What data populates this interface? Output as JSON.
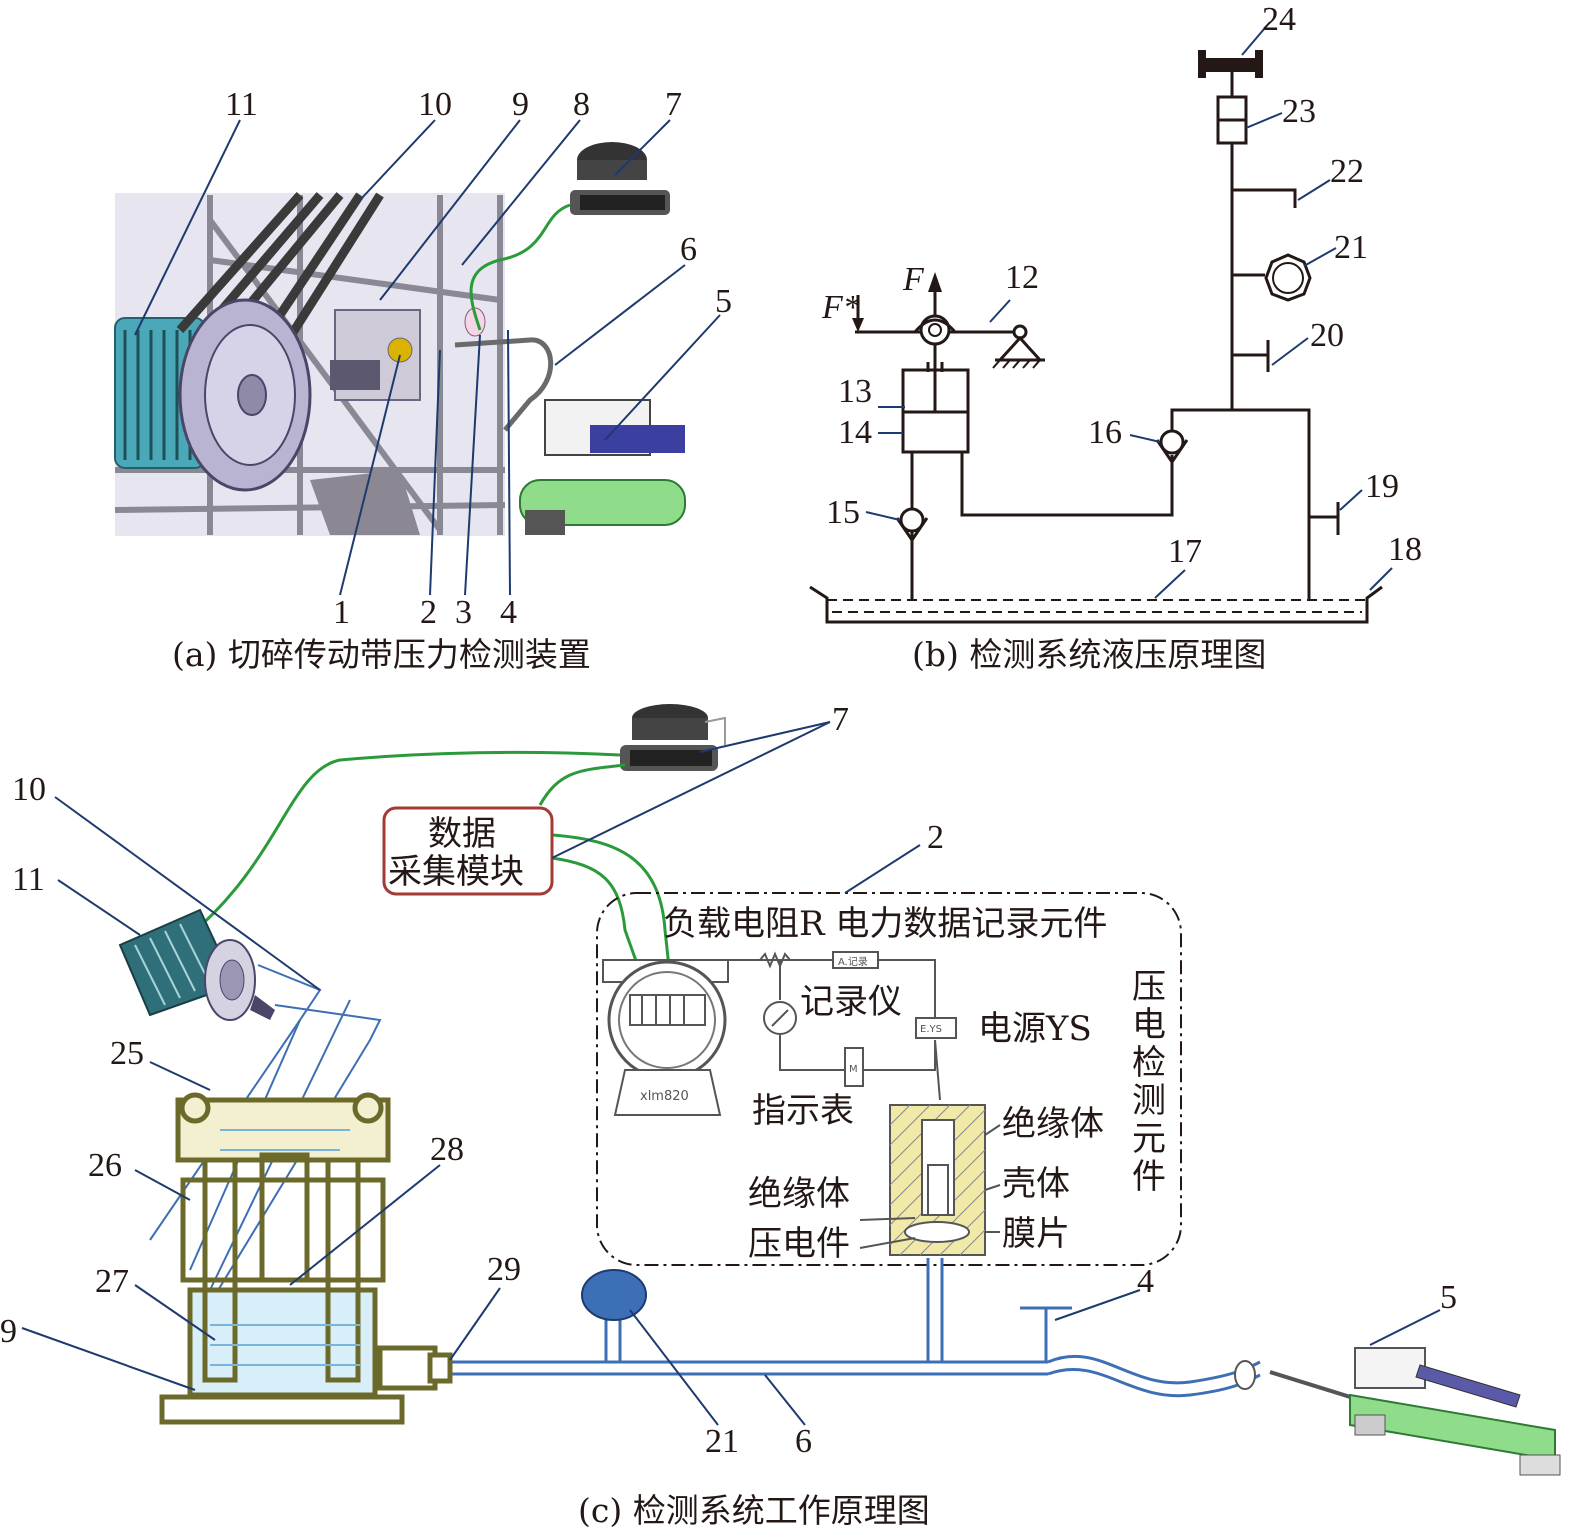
{
  "panel_a": {
    "caption": "(a) 切碎传动带压力检测装置",
    "labels": [
      "11",
      "10",
      "9",
      "8",
      "7",
      "6",
      "5",
      "1",
      "2",
      "3",
      "4"
    ]
  },
  "panel_b": {
    "caption": "(b) 检测系统液压原理图",
    "force_up": "F",
    "force_down": "F*",
    "labels": [
      "12",
      "13",
      "14",
      "15",
      "16",
      "17",
      "18",
      "19",
      "20",
      "21",
      "22",
      "23",
      "24"
    ]
  },
  "panel_c": {
    "caption": "(c) 检测系统工作原理图",
    "labels": [
      "7",
      "10",
      "11",
      "2",
      "25",
      "26",
      "27",
      "28",
      "9",
      "29",
      "21",
      "6",
      "4",
      "5"
    ],
    "data_module": [
      "数据",
      "采集模块"
    ],
    "circuit": {
      "title": "负载电阻R 电力数据记录元件",
      "recorder": "记录仪",
      "power": "电源YS",
      "indicator": "指示表",
      "insulator_top": "绝缘体",
      "housing": "壳体",
      "insulator_bottom": "绝缘体",
      "piezo": "压电件",
      "diaphragm": "膜片",
      "vertical": [
        "压",
        "电",
        "检",
        "测",
        "元",
        "件"
      ],
      "transmitter_text": "xlm820",
      "resistor_tag": "A.记录",
      "power_tag": "E.YS",
      "meter_tag": "M"
    }
  }
}
